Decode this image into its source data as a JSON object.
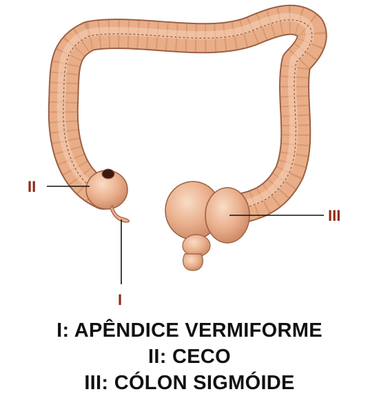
{
  "markers": {
    "appendix": "I",
    "cecum": "II",
    "sigmoid": "III"
  },
  "legend": [
    "I: APÊNDICE VERMIFORME",
    "II: CECO",
    "III: CÓLON SIGMÓIDE"
  ],
  "colors": {
    "tissue": "#e9ae88",
    "tissue_shadow": "#c98662",
    "tissue_highlight": "#f6d2b8",
    "outline": "#9a5f44",
    "marker_text": "#8e2a14",
    "leader_line": "#111111",
    "legend_text": "#111111"
  }
}
